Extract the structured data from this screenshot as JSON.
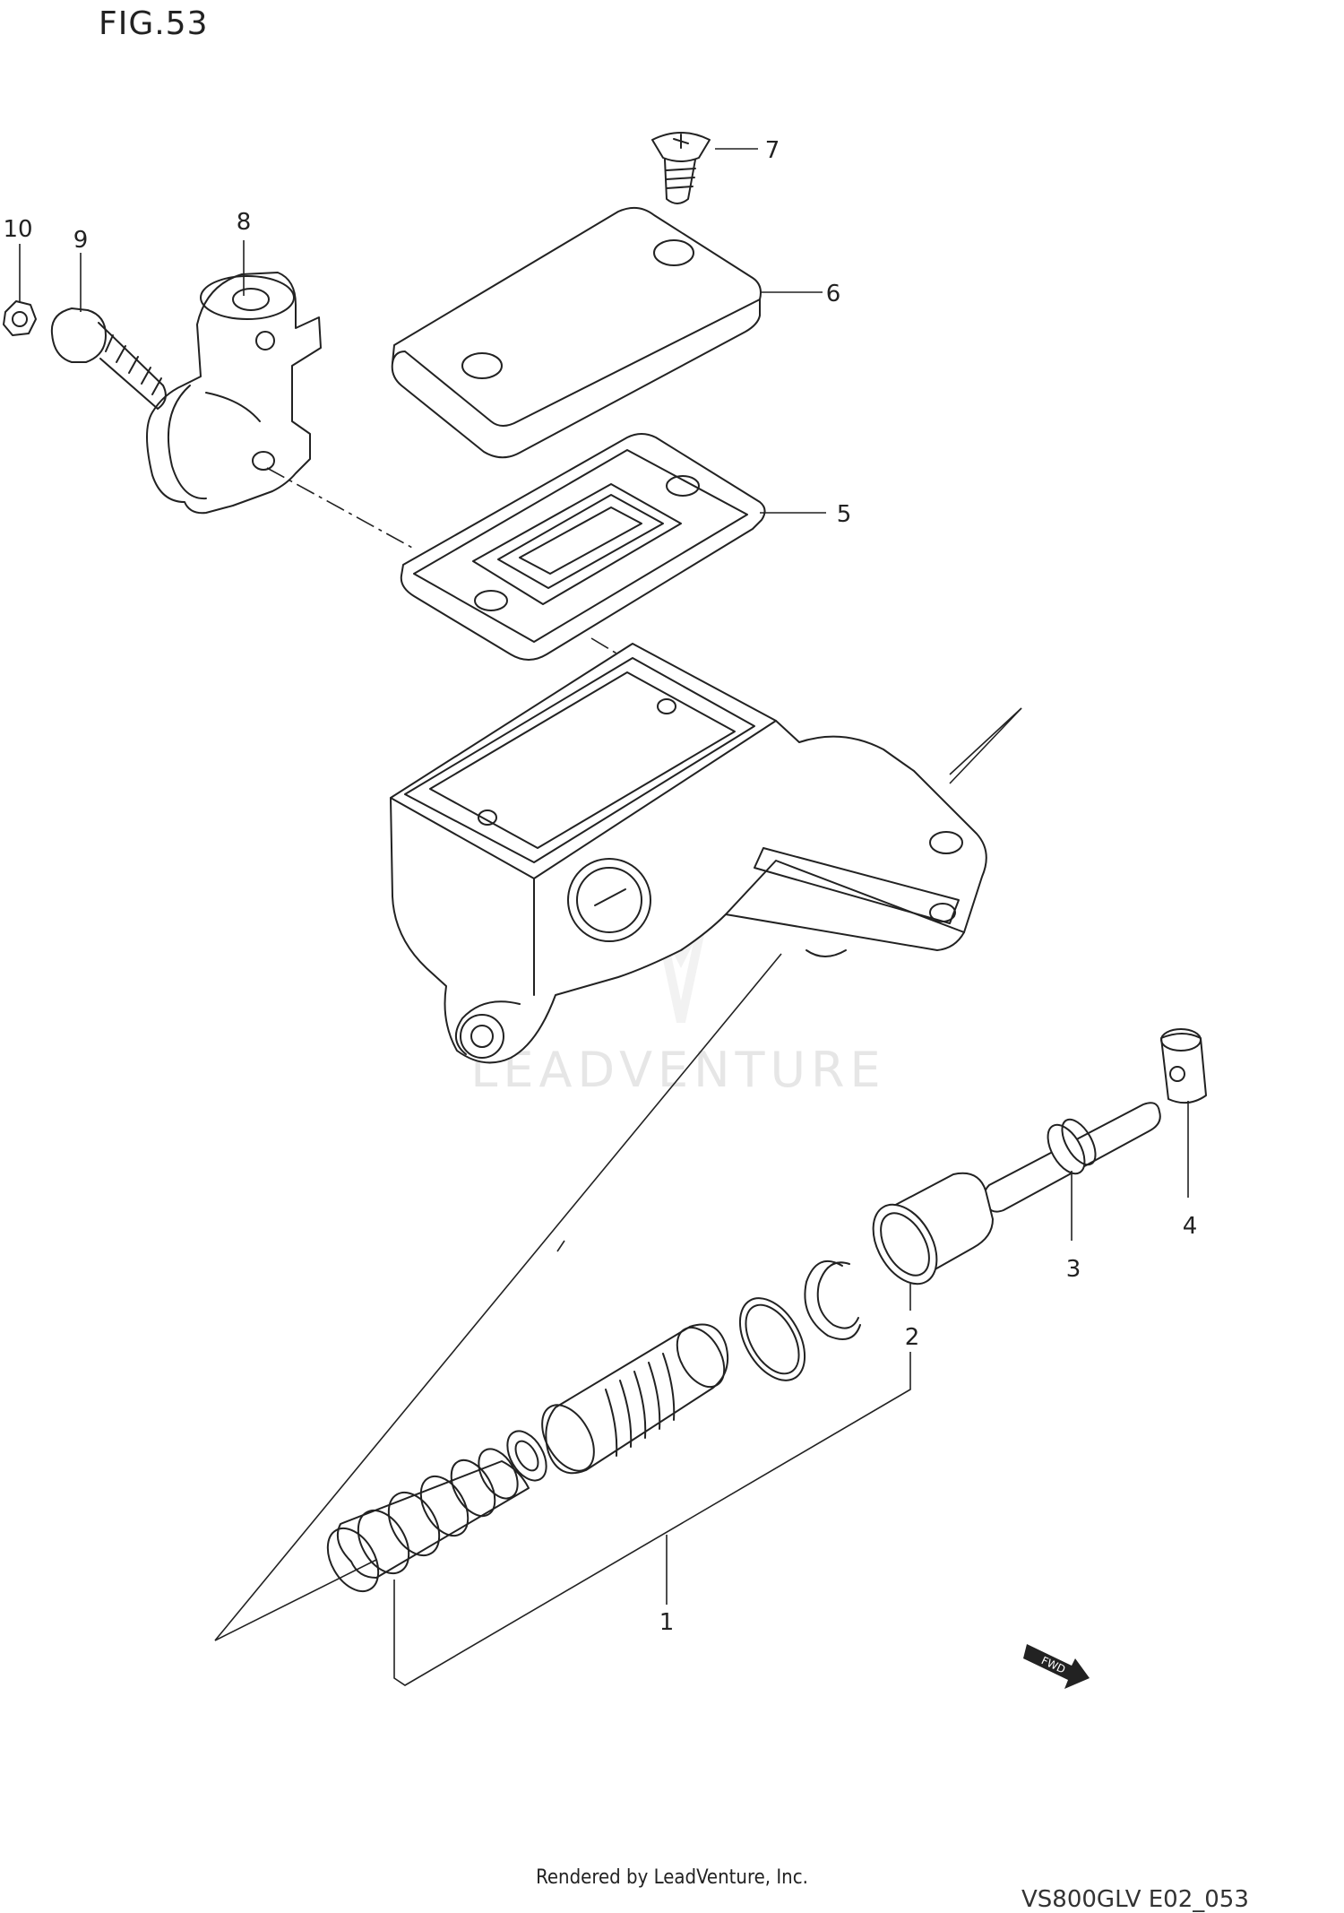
{
  "figure": {
    "title": "FIG.53"
  },
  "watermark": {
    "text": "LEADVENTURE"
  },
  "callouts": {
    "c1": "1",
    "c2": "2",
    "c3": "3",
    "c4": "4",
    "c5": "5",
    "c6": "6",
    "c7": "7",
    "c8": "8",
    "c9": "9",
    "c10": "10"
  },
  "fwd_label": "FWD",
  "footer": {
    "rendered_by": "Rendered by LeadVenture, Inc.",
    "ref_code": "VS800GLV E02_053"
  }
}
